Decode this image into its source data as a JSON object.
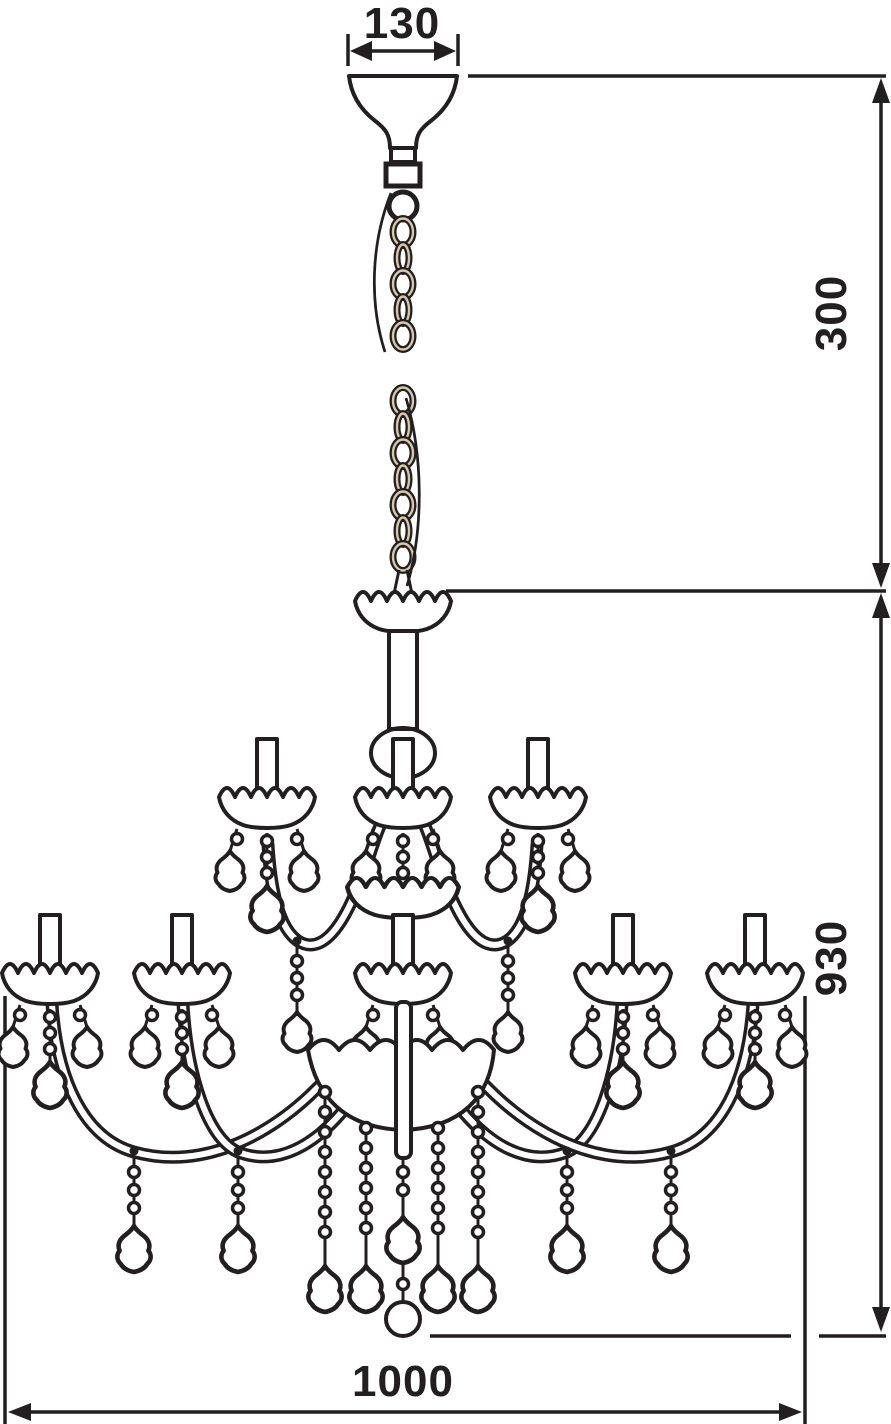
{
  "diagram": {
    "title": "chandelier-dimension-drawing",
    "subject": "two-tier crystal chandelier with canopy, suspension chain, candle arms and pendant drops",
    "dims": {
      "top_width": "130",
      "suspension": "300",
      "body_height": "930",
      "body_width": "1000"
    },
    "colors": {
      "line": "#231f20",
      "background": "#ffffff",
      "chain_core": "#d5c9a8"
    }
  }
}
